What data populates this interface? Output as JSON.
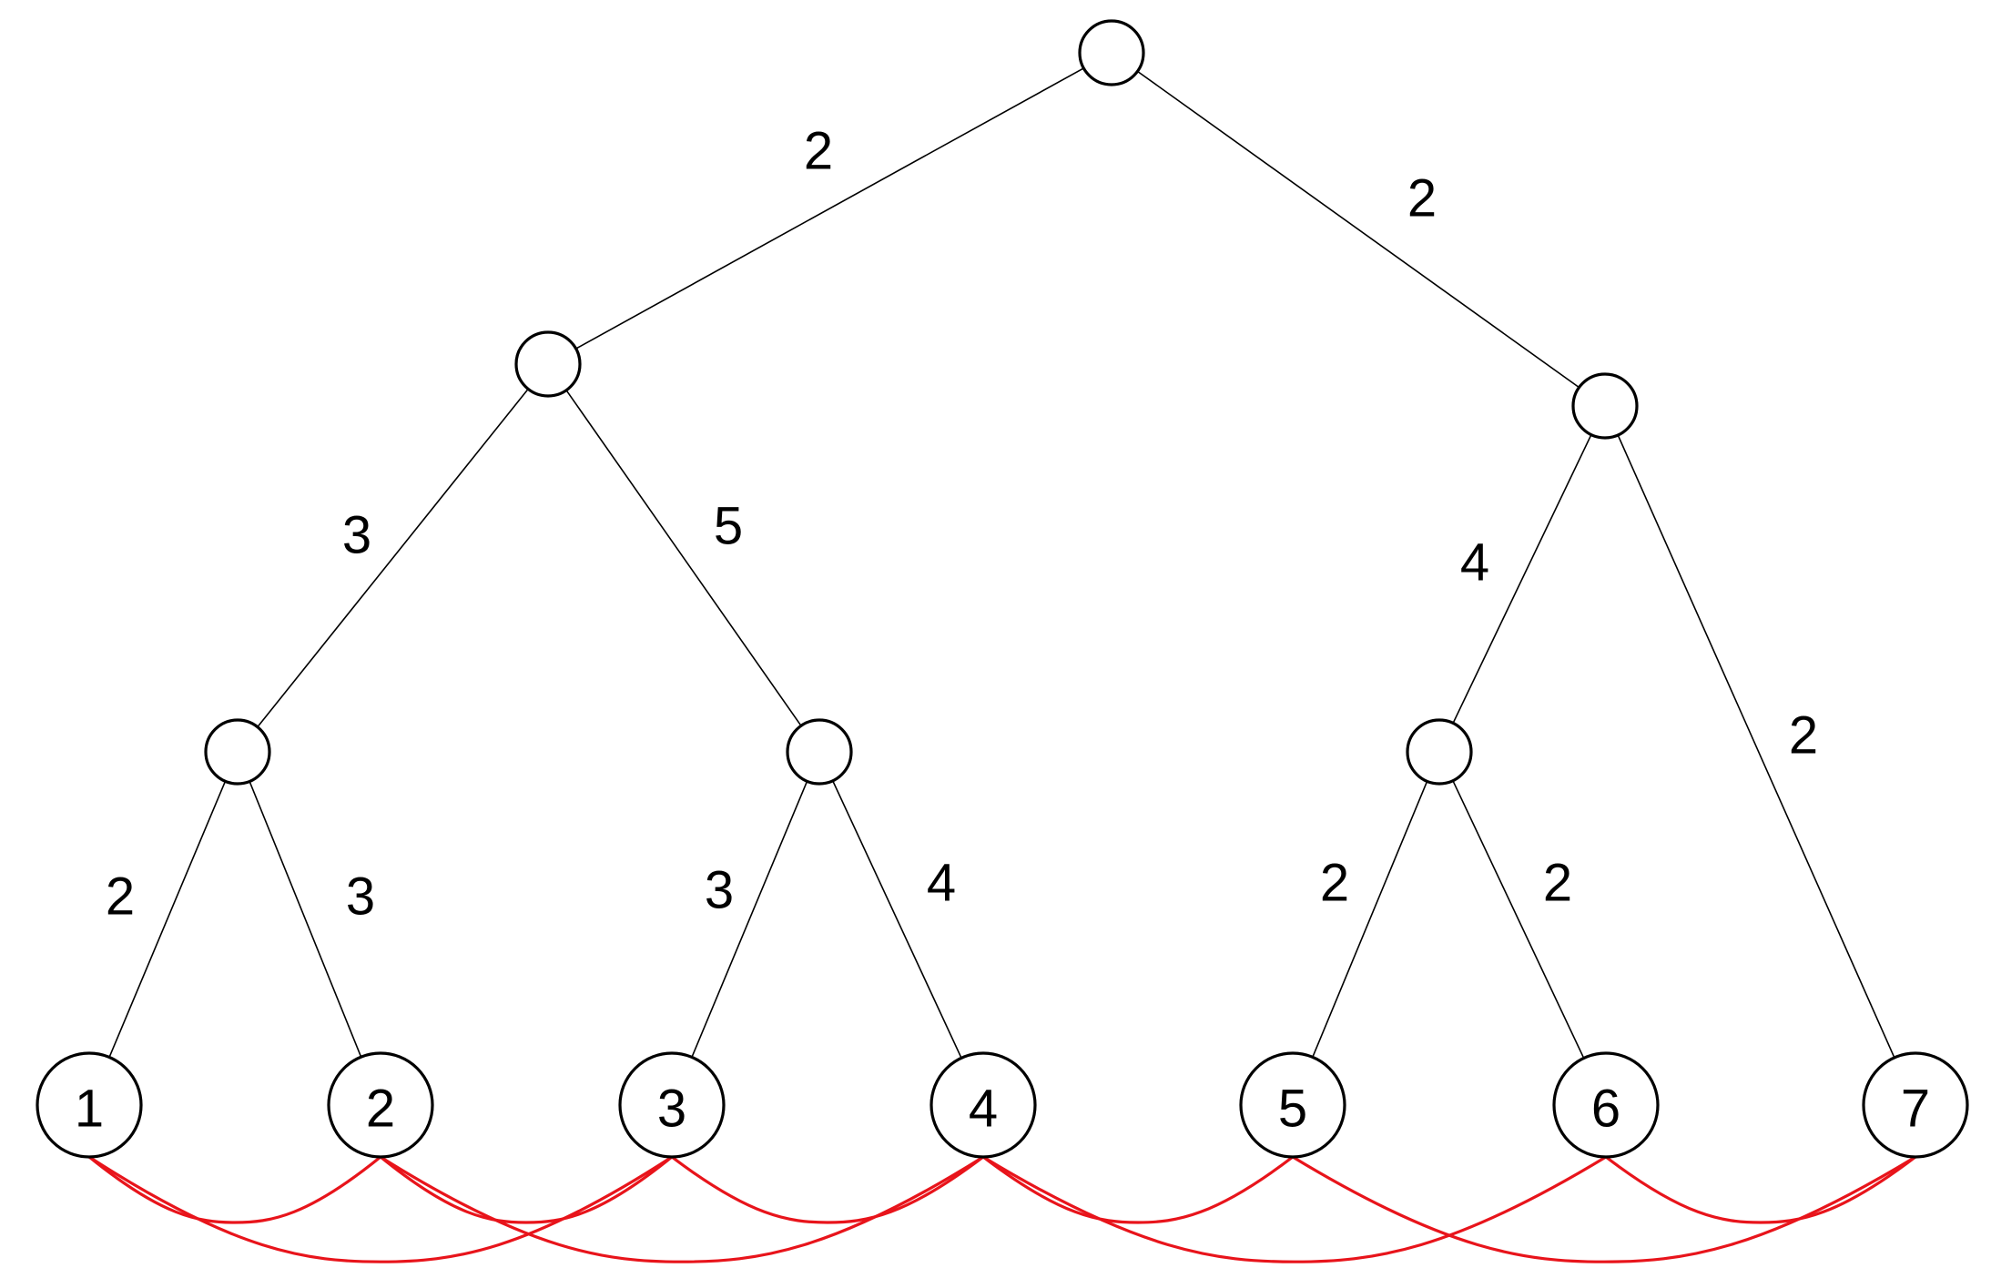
{
  "colors": {
    "background": "#ffffff",
    "tree": "#000000",
    "arcs": "#e8141b"
  },
  "tree": {
    "nodes": [
      {
        "id": "root",
        "label": ""
      },
      {
        "id": "L",
        "label": ""
      },
      {
        "id": "R",
        "label": ""
      },
      {
        "id": "LL",
        "label": ""
      },
      {
        "id": "LR",
        "label": ""
      },
      {
        "id": "RL",
        "label": ""
      },
      {
        "id": "leaf1",
        "label": "1"
      },
      {
        "id": "leaf2",
        "label": "2"
      },
      {
        "id": "leaf3",
        "label": "3"
      },
      {
        "id": "leaf4",
        "label": "4"
      },
      {
        "id": "leaf5",
        "label": "5"
      },
      {
        "id": "leaf6",
        "label": "6"
      },
      {
        "id": "leaf7",
        "label": "7"
      }
    ],
    "edges": [
      {
        "from": "root",
        "to": "L",
        "weight": "2"
      },
      {
        "from": "root",
        "to": "R",
        "weight": "2"
      },
      {
        "from": "L",
        "to": "LL",
        "weight": "3"
      },
      {
        "from": "L",
        "to": "LR",
        "weight": "5"
      },
      {
        "from": "R",
        "to": "RL",
        "weight": "4"
      },
      {
        "from": "R",
        "to": "leaf7",
        "weight": "2"
      },
      {
        "from": "LL",
        "to": "leaf1",
        "weight": "2"
      },
      {
        "from": "LL",
        "to": "leaf2",
        "weight": "3"
      },
      {
        "from": "LR",
        "to": "leaf3",
        "weight": "3"
      },
      {
        "from": "LR",
        "to": "leaf4",
        "weight": "4"
      },
      {
        "from": "RL",
        "to": "leaf5",
        "weight": "2"
      },
      {
        "from": "RL",
        "to": "leaf6",
        "weight": "2"
      }
    ]
  },
  "leaf_connections": [
    {
      "from": "1",
      "to": "2"
    },
    {
      "from": "1",
      "to": "3"
    },
    {
      "from": "2",
      "to": "3"
    },
    {
      "from": "2",
      "to": "4"
    },
    {
      "from": "3",
      "to": "4"
    },
    {
      "from": "4",
      "to": "5"
    },
    {
      "from": "4",
      "to": "6"
    },
    {
      "from": "5",
      "to": "7"
    },
    {
      "from": "6",
      "to": "7"
    }
  ]
}
